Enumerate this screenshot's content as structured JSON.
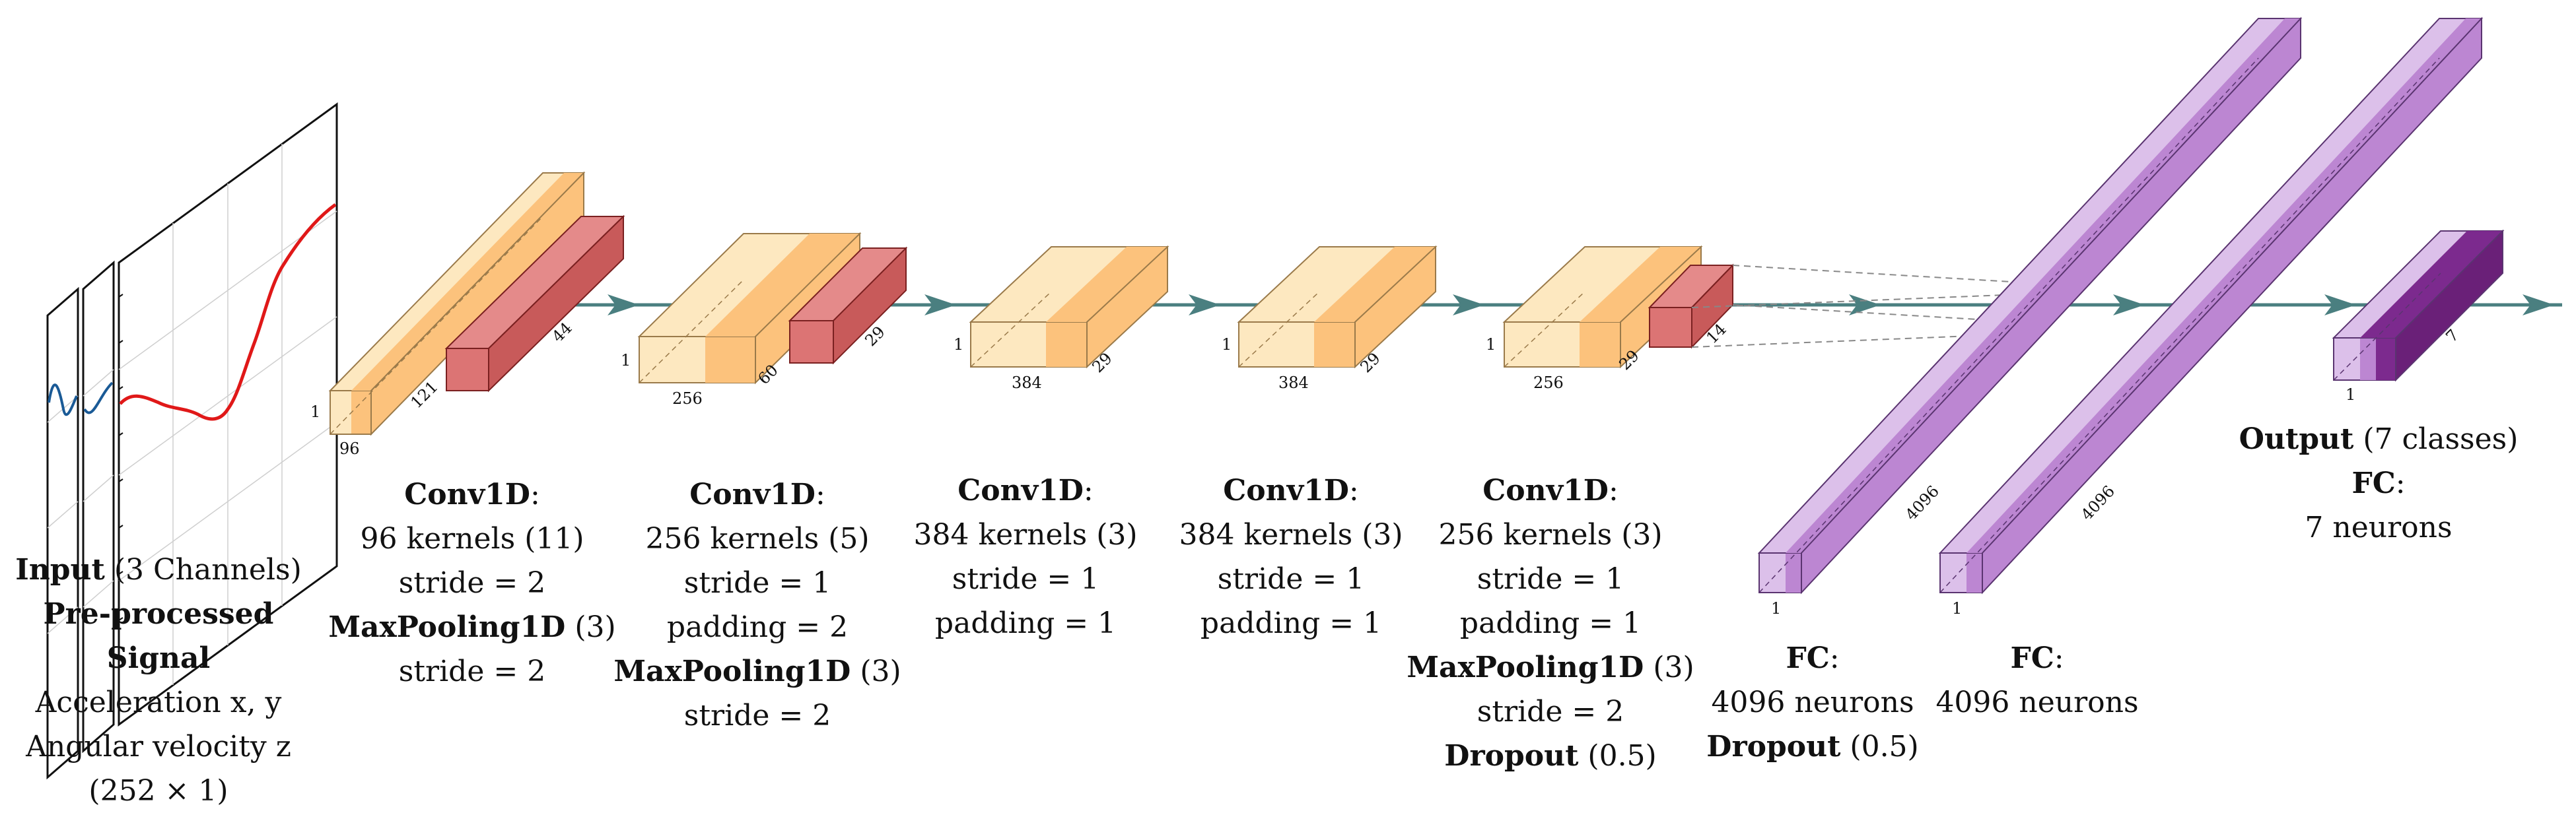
{
  "input": {
    "title": "Input",
    "title_rest": "(3 Channels)",
    "line2": "Pre-processed",
    "line3": "Signal",
    "line4": "Acceleration x, y",
    "line5": "Angular velocity z",
    "line6": "(252 × 1)"
  },
  "blocks": [
    {
      "conv_title": "Conv1D",
      "conv_suffix": ":",
      "kernels": "96 kernels (11)",
      "stride": "stride = 2",
      "pool_title": "MaxPooling1D",
      "pool_size": "(3)",
      "pool_stride": "stride = 2",
      "dim_h": "1",
      "dim_w": "96",
      "dim_len": "121",
      "pool_len": "44"
    },
    {
      "conv_title": "Conv1D",
      "conv_suffix": ":",
      "kernels": "256 kernels (5)",
      "stride": "stride = 1",
      "padding": "padding = 2",
      "pool_title": "MaxPooling1D",
      "pool_size": "(3)",
      "pool_stride": "stride = 2",
      "dim_h": "1",
      "dim_w": "256",
      "dim_len": "60",
      "pool_len": "29"
    },
    {
      "conv_title": "Conv1D",
      "conv_suffix": ":",
      "kernels": "384 kernels (3)",
      "stride": "stride = 1",
      "padding": "padding = 1",
      "dim_h": "1",
      "dim_w": "384",
      "dim_len": "29"
    },
    {
      "conv_title": "Conv1D",
      "conv_suffix": ":",
      "kernels": "384 kernels (3)",
      "stride": "stride = 1",
      "padding": "padding = 1",
      "dim_h": "1",
      "dim_w": "384",
      "dim_len": "29"
    },
    {
      "conv_title": "Conv1D",
      "conv_suffix": ":",
      "kernels": "256 kernels (3)",
      "stride": "stride = 1",
      "padding": "padding = 1",
      "pool_title": "MaxPooling1D",
      "pool_size": "(3)",
      "pool_stride": "stride = 2",
      "dropout_title": "Dropout",
      "dropout_val": "(0.5)",
      "dim_h": "1",
      "dim_w": "256",
      "dim_len": "29",
      "pool_len": "14"
    }
  ],
  "fc1": {
    "title": "FC",
    "suffix": ":",
    "neurons": "4096 neurons",
    "dropout_title": "Dropout",
    "dropout_val": "(0.5)",
    "dim": "4096",
    "dim_h": "1"
  },
  "fc2": {
    "title": "FC",
    "suffix": ":",
    "neurons": "4096 neurons",
    "dim": "4096",
    "dim_h": "1"
  },
  "output": {
    "title": "Output",
    "title_rest": "(7 classes)",
    "fc_title": "FC",
    "fc_suffix": ":",
    "neurons": "7 neurons",
    "dim": "7",
    "dim_h": "1"
  },
  "colors": {
    "conv_light": "#fde8c0",
    "conv_dark": "#fcc27c",
    "conv_edge": "#9a7a4a",
    "pool_fill": "#dc7474",
    "pool_edge": "#7a2020",
    "fc_light": "#dcc0ea",
    "fc_dark": "#bc86d2",
    "fc_edge": "#5a3470",
    "out_dark": "#7c2a8e",
    "arrow": "#4a7f80",
    "signal_red": "#e01818",
    "signal_blue": "#1a5a96"
  }
}
